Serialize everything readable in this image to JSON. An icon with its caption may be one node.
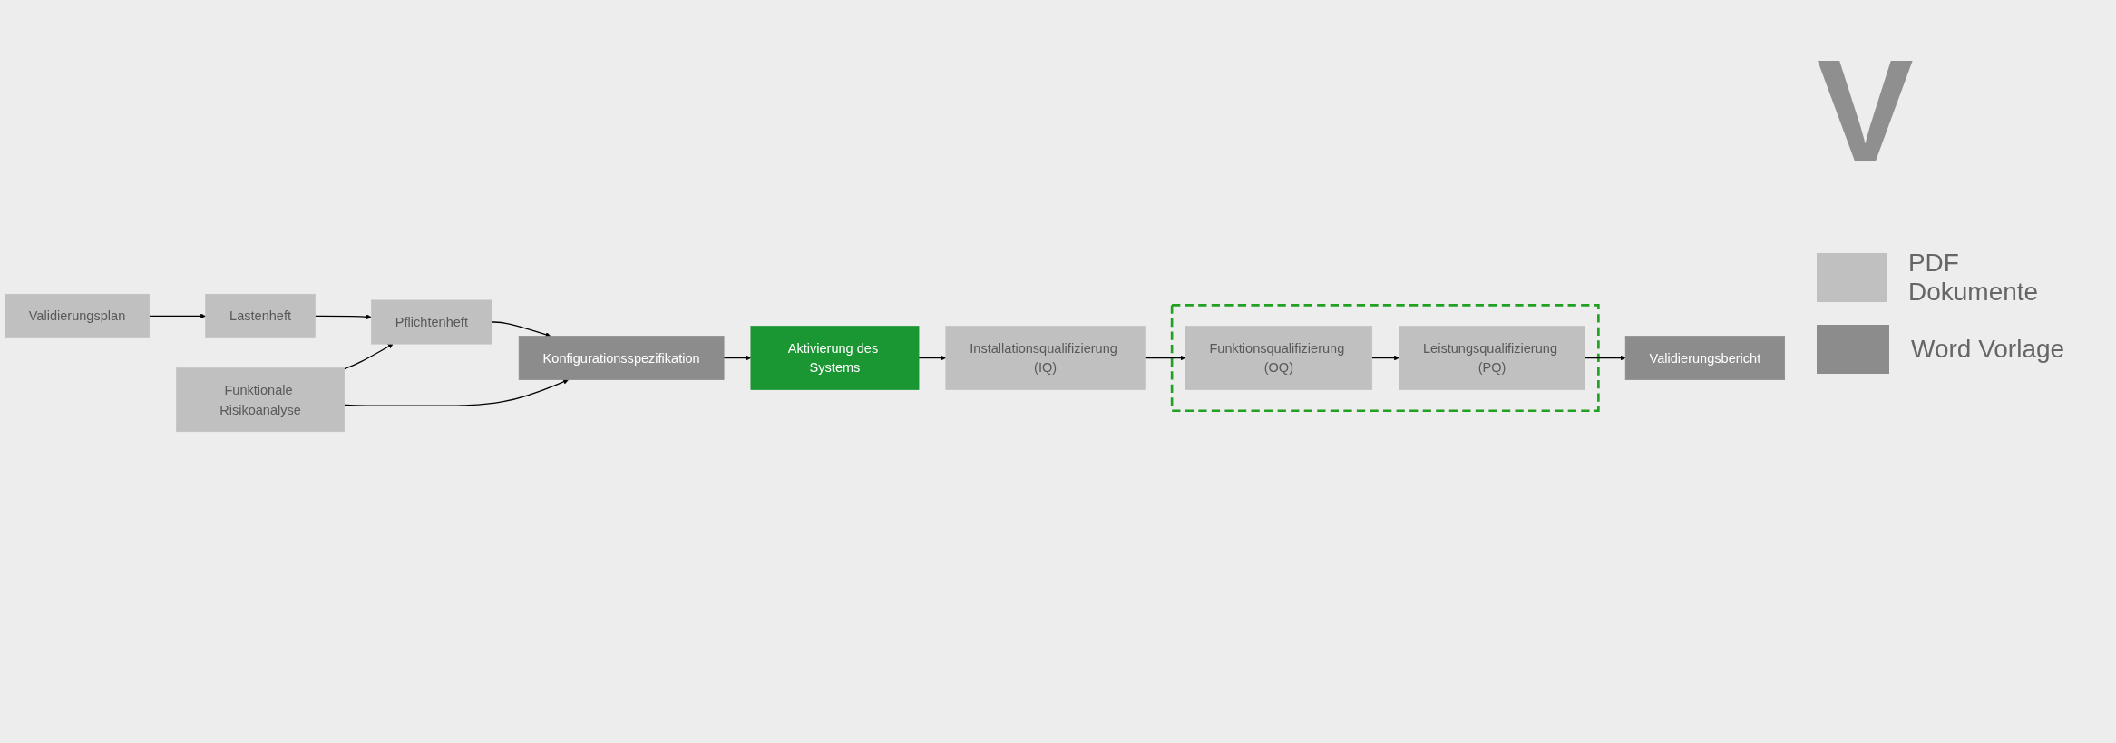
{
  "diagram": {
    "nodes": [
      {
        "text": [
          "Validierungsplan"
        ]
      },
      {
        "text": [
          "Lastenheft"
        ]
      },
      {
        "text": [
          "Pflichtenheft"
        ]
      },
      {
        "text": [
          "Funktionale Risikoanalyse"
        ]
      },
      {
        "text": [
          "Konfigurationsspezifikation"
        ]
      },
      {
        "text": [
          "Aktivierung des Systems"
        ]
      },
      {
        "text": [
          "Installationsqualifizierung (IQ)"
        ]
      },
      {
        "text": [],
        "shape": "box"
      },
      {
        "text": [
          "Funktionsqualifizierung (OQ)"
        ],
        "in": 7
      },
      {
        "text": [
          "Leistungsqualifizierung (PQ)"
        ],
        "in": 7
      },
      {
        "text": [
          "Validierungsbericht"
        ]
      }
    ],
    "edges": [
      {
        "from": 0,
        "to": 1,
        "arrow": "to"
      },
      {
        "from": 1,
        "to": 2,
        "arrow": "to"
      },
      {
        "from": 3,
        "to": 2,
        "arrow": "to"
      },
      {
        "from": 3,
        "to": 4,
        "arrow": "to"
      },
      {
        "from": 2,
        "to": 4,
        "arrow": "to"
      },
      {
        "from": 4,
        "to": 5,
        "arrow": "to"
      },
      {
        "from": 5,
        "to": 6,
        "arrow": "to"
      },
      {
        "from": 6,
        "to": 8,
        "arrow": "to"
      },
      {
        "from": 8,
        "to": 9,
        "arrow": "to"
      },
      {
        "from": 9,
        "to": 10,
        "arrow": "to"
      }
    ],
    "labels": [
      "V"
    ],
    "legend": [
      {
        "text": "PDF Dokumente",
        "color": "#c0c0c0"
      },
      {
        "text": "Word Vorlage",
        "color": "#8c8c8c"
      }
    ]
  }
}
